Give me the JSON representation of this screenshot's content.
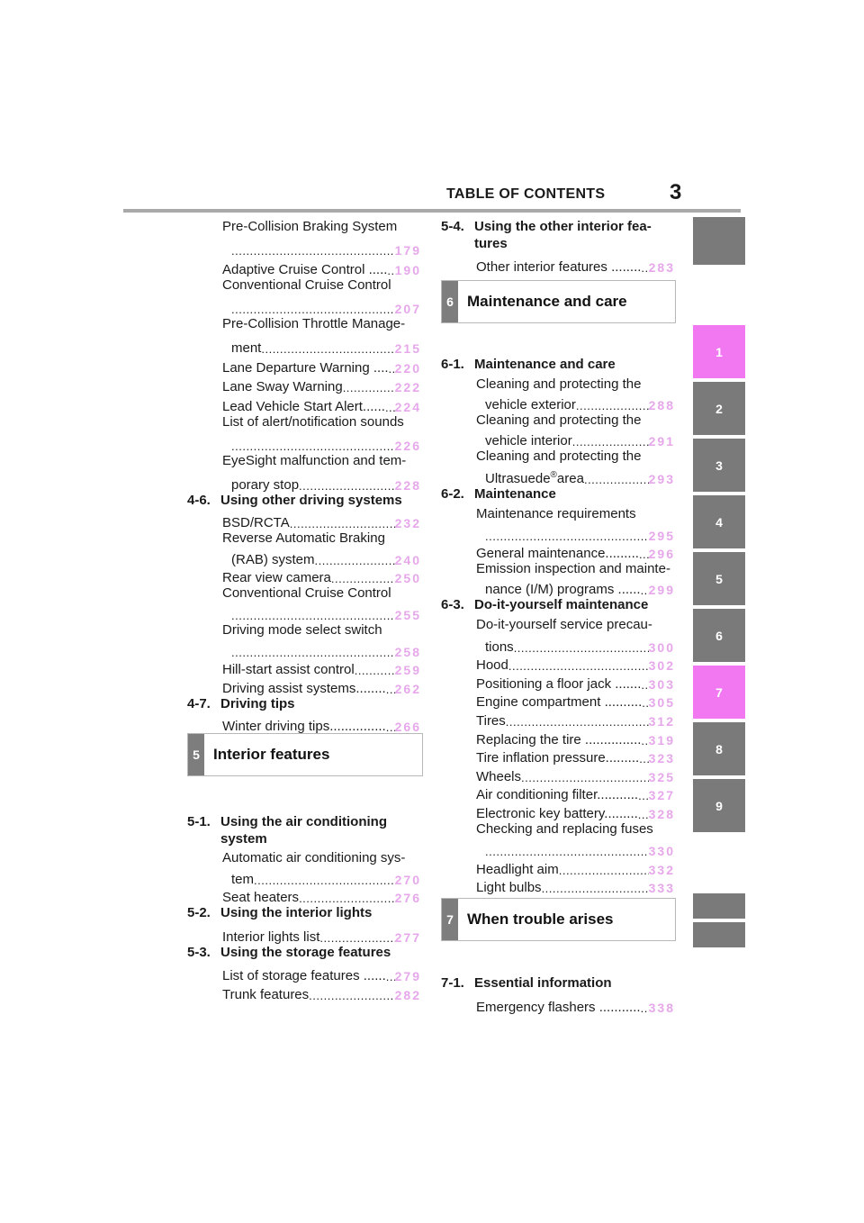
{
  "header": {
    "title": "TABLE OF CONTENTS",
    "page_number": "3"
  },
  "left_column": {
    "ch4_entries": [
      {
        "lines": [
          "Pre-Collision Braking System"
        ],
        "last": "",
        "page": "179"
      },
      {
        "lines": [],
        "last": "Adaptive Cruise Control .....",
        "page": "190"
      },
      {
        "lines": [
          "Conventional Cruise Control"
        ],
        "last": "",
        "page": "207"
      },
      {
        "lines": [
          "Pre-Collision Throttle Manage-"
        ],
        "last": "ment",
        "page": "215"
      },
      {
        "lines": [],
        "last": "Lane Departure Warning ....",
        "page": "220"
      },
      {
        "lines": [],
        "last": "Lane Sway Warning",
        "page": "222"
      },
      {
        "lines": [],
        "last": "Lead Vehicle Start Alert......",
        "page": "224"
      },
      {
        "lines": [
          "List of alert/notification sounds"
        ],
        "last": "",
        "page": "226"
      },
      {
        "lines": [
          "EyeSight malfunction and tem-"
        ],
        "last": "porary stop",
        "page": "228"
      }
    ],
    "sec_4_6": {
      "num": "4-6.",
      "title": "Using other driving systems"
    },
    "sec_4_6_entries": [
      {
        "lines": [],
        "last": "BSD/RCTA",
        "page": "232"
      },
      {
        "lines": [
          "Reverse Automatic Braking"
        ],
        "last": "(RAB) system",
        "page": "240"
      },
      {
        "lines": [],
        "last": "Rear view camera",
        "page": "250"
      },
      {
        "lines": [
          "Conventional Cruise Control"
        ],
        "last": "",
        "page": "255"
      },
      {
        "lines": [
          "Driving mode select switch"
        ],
        "last": "",
        "page": "258"
      },
      {
        "lines": [],
        "last": "Hill-start assist control",
        "page": "259"
      },
      {
        "lines": [],
        "last": "Driving assist systems........",
        "page": "262"
      }
    ],
    "sec_4_7": {
      "num": "4-7.",
      "title": "Driving tips"
    },
    "sec_4_7_entries": [
      {
        "lines": [],
        "last": "Winter driving tips...............",
        "page": "266"
      }
    ],
    "box5": {
      "num": "5",
      "title": "Interior features"
    },
    "sec_5_1": {
      "num": "5-1.",
      "title": "Using the air conditioning",
      "title2": "system"
    },
    "sec_5_1_entries": [
      {
        "lines": [
          "Automatic air conditioning sys-"
        ],
        "last": "tem",
        "page": "270"
      },
      {
        "lines": [],
        "last": "Seat heaters",
        "page": "276"
      }
    ],
    "sec_5_2": {
      "num": "5-2.",
      "title": "Using the interior lights"
    },
    "sec_5_2_entries": [
      {
        "lines": [],
        "last": "Interior lights list",
        "page": "277"
      }
    ],
    "sec_5_3": {
      "num": "5-3.",
      "title": "Using the storage features"
    },
    "sec_5_3_entries": [
      {
        "lines": [],
        "last": "List of storage features ......",
        "page": "279"
      },
      {
        "lines": [],
        "last": "Trunk features",
        "page": "282"
      }
    ]
  },
  "right_column": {
    "sec_5_4": {
      "num": "5-4.",
      "title": "Using the other interior fea-",
      "title2": "tures"
    },
    "sec_5_4_entries": [
      {
        "lines": [],
        "last": "Other interior features ........",
        "page": "283"
      }
    ],
    "box6": {
      "num": "6",
      "title": "Maintenance and care"
    },
    "sec_6_1": {
      "num": "6-1.",
      "title": "Maintenance and care"
    },
    "sec_6_1_entries": [
      {
        "lines": [
          "Cleaning and protecting the"
        ],
        "last": "vehicle exterior",
        "page": "288"
      },
      {
        "lines": [
          "Cleaning and protecting the"
        ],
        "last": "vehicle interior",
        "page": "291"
      }
    ],
    "ultrasuede": {
      "line1": "Cleaning and protecting the",
      "pre": "Ultrasuede",
      "reg": "®",
      "post": "area",
      "page": "293"
    },
    "sec_6_2": {
      "num": "6-2.",
      "title": "Maintenance"
    },
    "sec_6_2_entries": [
      {
        "lines": [
          "Maintenance requirements"
        ],
        "last": "",
        "page": "295"
      },
      {
        "lines": [],
        "last": "General maintenance.........",
        "page": "296"
      },
      {
        "lines": [
          "Emission inspection and mainte-"
        ],
        "last": "nance (I/M) programs ......",
        "page": "299"
      }
    ],
    "sec_6_3": {
      "num": "6-3.",
      "title": "Do-it-yourself maintenance"
    },
    "sec_6_3_entries": [
      {
        "lines": [
          "Do-it-yourself service precau-"
        ],
        "last": "tions",
        "page": "300"
      },
      {
        "lines": [],
        "last": "Hood",
        "page": "302"
      },
      {
        "lines": [],
        "last": "Positioning a floor jack .......",
        "page": "303"
      },
      {
        "lines": [],
        "last": "Engine compartment ..........",
        "page": "305"
      },
      {
        "lines": [],
        "last": "Tires",
        "page": "312"
      },
      {
        "lines": [],
        "last": "Replacing the tire ...............",
        "page": "319"
      },
      {
        "lines": [],
        "last": "Tire inflation pressure.........",
        "page": "323"
      },
      {
        "lines": [],
        "last": "Wheels",
        "page": "325"
      },
      {
        "lines": [],
        "last": "Air conditioning filter...........",
        "page": "327"
      },
      {
        "lines": [],
        "last": "Electronic key battery.........",
        "page": "328"
      },
      {
        "lines": [
          "Checking and replacing fuses"
        ],
        "last": "",
        "page": "330"
      },
      {
        "lines": [],
        "last": "Headlight aim",
        "page": "332"
      },
      {
        "lines": [],
        "last": "Light bulbs",
        "page": "333"
      }
    ],
    "box7": {
      "num": "7",
      "title": "When trouble arises"
    },
    "sec_7_1": {
      "num": "7-1.",
      "title": "Essential information"
    },
    "sec_7_1_entries": [
      {
        "lines": [],
        "last": "Emergency flashers ...........",
        "page": "338"
      }
    ]
  },
  "side_tabs": [
    "",
    "1",
    "2",
    "3",
    "4",
    "5",
    "6",
    "7",
    "8",
    "9",
    "",
    ""
  ],
  "colors": {
    "page_numbers": "#e6a8ea",
    "tab_highlight": "#f178f1",
    "tab_default": "#7a7a7a",
    "box_number_bg": "#7d7d7d"
  }
}
